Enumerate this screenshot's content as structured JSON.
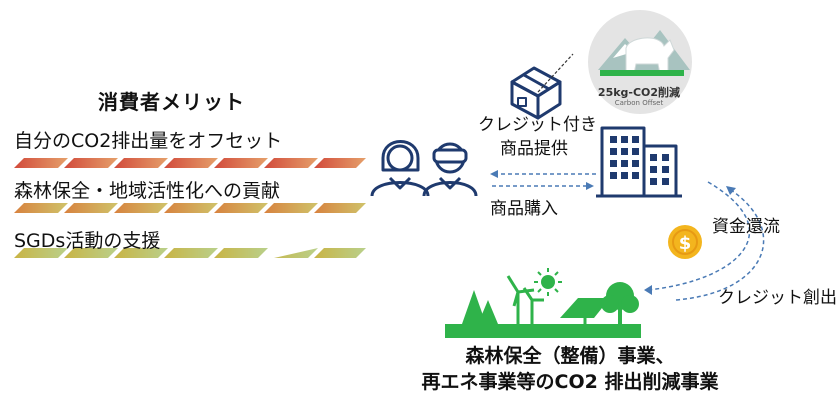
{
  "consumer_merits": {
    "title": "消費者メリット",
    "items": [
      "自分のCO2排出量をオフセット",
      "森林保全・地域活性化への貢献",
      "SGDs活動の支援"
    ]
  },
  "flows": {
    "credit_goods": [
      "クレジット付き",
      "商品提供"
    ],
    "purchase": "商品購入",
    "funds_return": "資金還流",
    "credit_creation": "クレジット創出"
  },
  "badge": {
    "amount": "25kg-CO2削減",
    "subtitle": "Carbon Offset"
  },
  "projects": {
    "line1": "森林保全（整備）事業、",
    "line2": "再エネ事業等のCO2 排出削減事業"
  },
  "colors": {
    "forest_green": "#2fb34a",
    "icon_navy": "#1f3a6e",
    "arrow_blue": "#4a7ab5",
    "coin_gold": "#f3b51e"
  }
}
